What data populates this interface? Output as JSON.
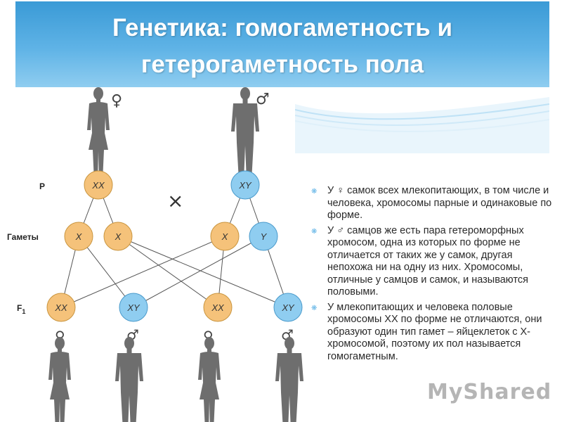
{
  "header": {
    "title_line1": "Генетика: гомогаметность и",
    "title_line2": "гетерогаметность пола"
  },
  "diagram": {
    "row_labels": {
      "p": "P",
      "gametes": "Гаметы",
      "f1_letter": "F",
      "f1_sub": "1"
    },
    "female_symbol": "♀",
    "male_symbol": "♂",
    "cross_symbol": "×",
    "parents": [
      "XX",
      "XY"
    ],
    "gametes": [
      "X",
      "X",
      "X",
      "Y"
    ],
    "offspring": [
      "XX",
      "XY",
      "XX",
      "XY"
    ]
  },
  "bullets": [
    "У ♀ самок всех млекопитающих, в том числе и человека, хромосомы парные и одинаковые по форме.",
    "У ♂ самцов же есть пара гетероморфных хромосом, одна из которых по форме не отличается от таких же у самок, другая непохожа ни на одну из них. Хромосомы, отличные у самцов и самок, и называются половыми.",
    "У млекопитающих и человека половые хромосомы XX по форме не отличаются, они образуют один тип гамет – яйцеклеток с X-хромосомой, поэтому их пол называется гомогаметным."
  ],
  "bullet_mark": "❋",
  "watermark": "MyShared",
  "colors": {
    "header": "#3a9ad6",
    "female_circle": "#f5c27a",
    "male_circle": "#8fcdf0",
    "silhouette": "#6e6e6e"
  }
}
